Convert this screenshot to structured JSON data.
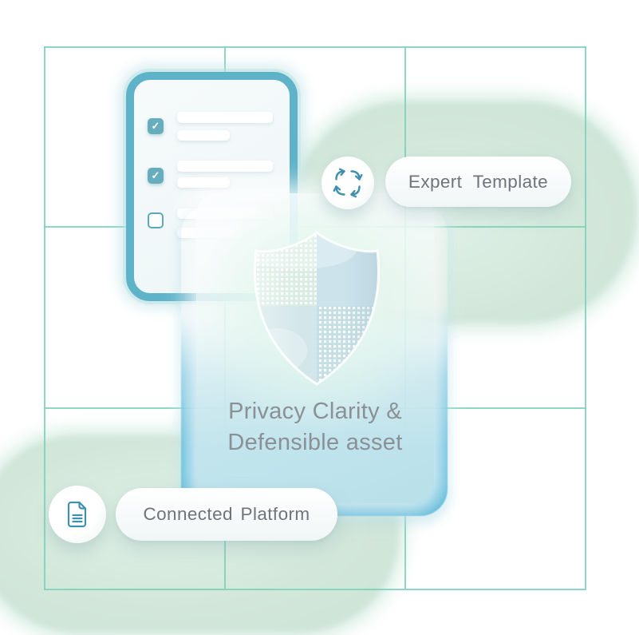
{
  "badges": {
    "expert": {
      "label": "Expert Template",
      "icon": "cycle-arrows-icon"
    },
    "connected": {
      "label": "Connected Platform",
      "icon": "document-icon"
    }
  },
  "card": {
    "title_line1": "Privacy Clarity &",
    "title_line2": "Defensible asset",
    "icon": "shield-icon"
  },
  "checklist": {
    "items": [
      {
        "checked": true,
        "glyph": "✓"
      },
      {
        "checked": true,
        "glyph": "✓"
      },
      {
        "checked": false,
        "glyph": ""
      }
    ]
  },
  "colors": {
    "accent_teal_border": "#5fb3c9",
    "accent_frame": "#4bb3d7",
    "checkbox_fill": "#68adbd",
    "icon_stroke": "#3f90ae",
    "grid_line": "#7ad1b8",
    "blob_mint": "#d2e7da",
    "title_text": "#8b9096",
    "pill_text": "#6f747a"
  }
}
